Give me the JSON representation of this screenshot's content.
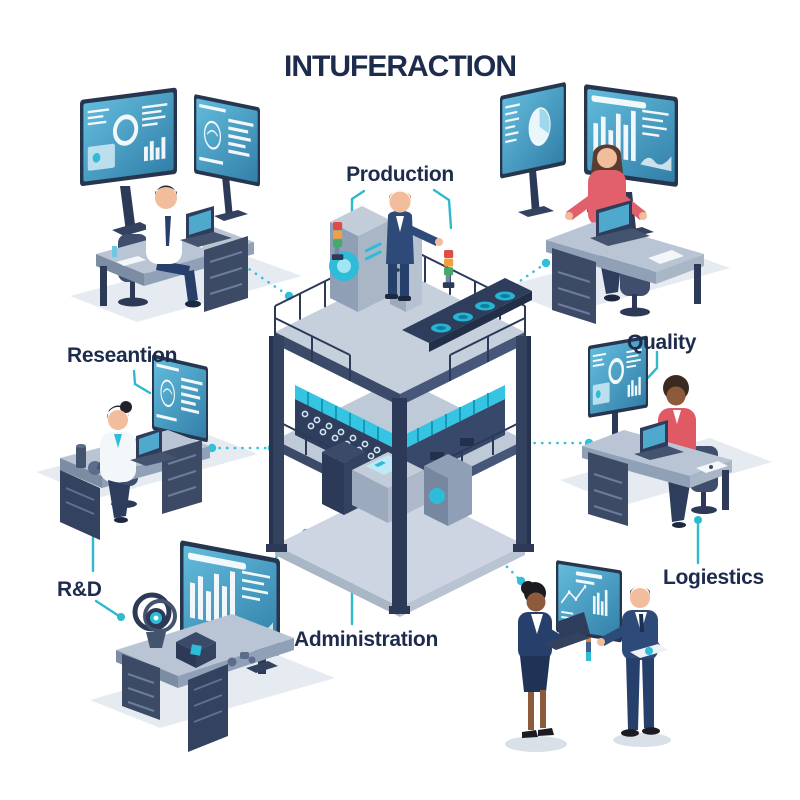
{
  "title": "INTUFERACTION",
  "departments": {
    "production": {
      "label": "Production"
    },
    "research": {
      "label": "Reseantion"
    },
    "quality": {
      "label": "Quality"
    },
    "rnd": {
      "label": "R&D"
    },
    "administration": {
      "label": "Administration"
    },
    "logistics": {
      "label": "Logiestics"
    }
  },
  "colors": {
    "label_text": "#1d2b4d",
    "connector_teal": "#2fb9cf",
    "dot_cyan": "#2fc0da",
    "structure_navy": "#2c3a58",
    "machine_cyan": "#35c5e2",
    "screen_teal": "#4fa9cc",
    "accent_red": "#e2606b",
    "background": "#ffffff"
  },
  "icons": {
    "central": "factory-platform-illustration",
    "connectors": "dotted-link-lines"
  }
}
